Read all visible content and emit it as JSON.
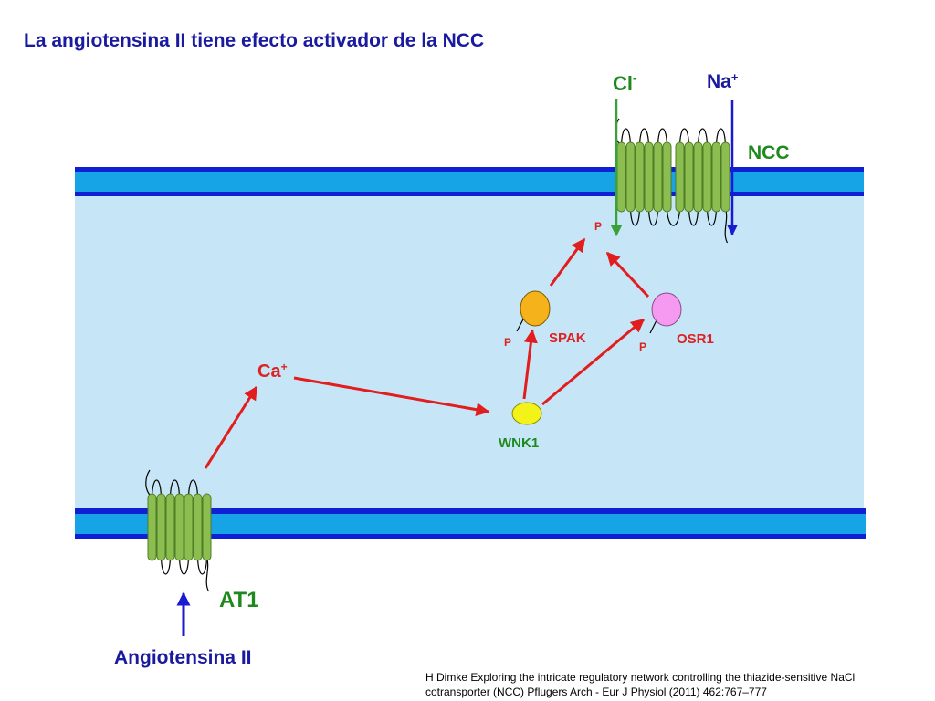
{
  "title": "La angiotensina II tiene efecto activador de la NCC",
  "labels": {
    "cl": "Cl",
    "cl_sup": "-",
    "na": "Na",
    "na_sup": "+",
    "ncc": "NCC",
    "ca": "Ca",
    "ca_sup": "+",
    "spak": "SPAK",
    "osr1": "OSR1",
    "wnk1": "WNK1",
    "at1": "AT1",
    "angiotensin": "Angiotensina II",
    "p": "P"
  },
  "reference": {
    "line1": "H Dimke Exploring the intricate regulatory network controlling the thiazide-sensitive NaCl",
    "line2": "cotransporter (NCC) Pflugers Arch - Eur J Physiol (2011) 462:767–777"
  },
  "colors": {
    "title": "#1a1aa0",
    "label_blue": "#1a1aa0",
    "label_green": "#1e8a1e",
    "label_red": "#dd2222",
    "membrane_outer": "#0f1fd6",
    "membrane_inner": "#17a4e6",
    "cytoplasm": "#c6e6f8",
    "helix_fill": "#8bbd50",
    "helix_stroke": "#4f7d23",
    "arrow_red": "#e21d1d",
    "arrow_blue": "#1a1ad0",
    "arrow_green": "#3aa13a",
    "spak_fill": "#f6b21a",
    "osr1_fill": "#f59af0",
    "wnk1_fill": "#f3f31a"
  }
}
